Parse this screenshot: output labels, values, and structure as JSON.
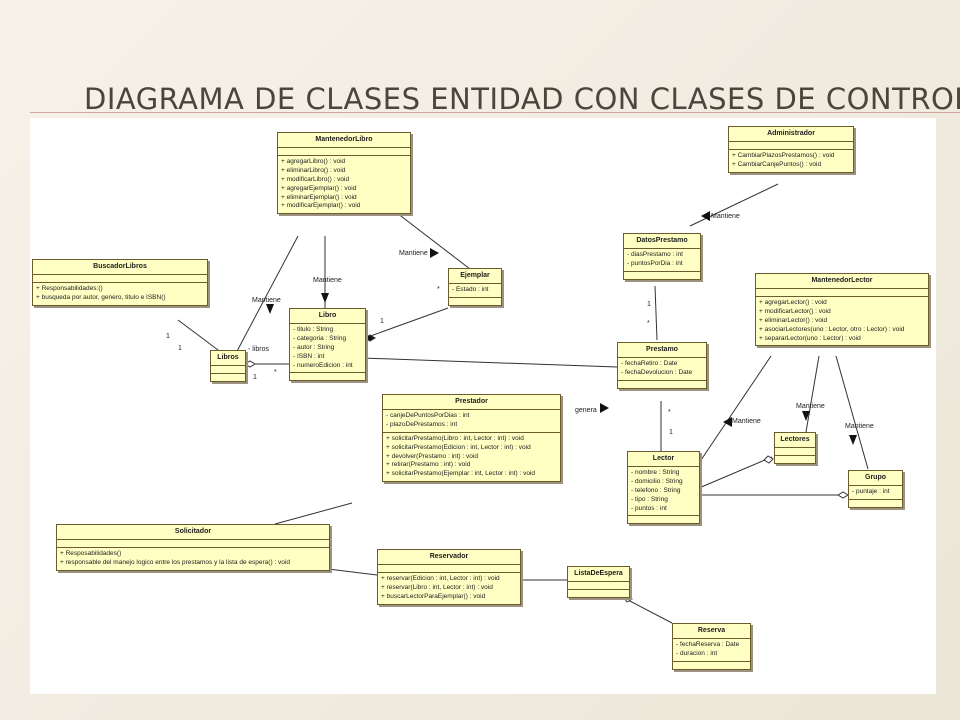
{
  "slide": {
    "title": "DIAGRAMA DE CLASES ENTIDAD CON CLASES DE CONTROL"
  },
  "classes": {
    "mantenedorLibro": {
      "name": "MantenedorLibro",
      "attributes": [],
      "operations": [
        "+ agregarLibro() : void",
        "+ eliminarLibro() : void",
        "+ modificarLibro() : void",
        "+ agregarEjemplar() : void",
        "+ eliminarEjemplar() : void",
        "+ modificarEjemplar() : void"
      ]
    },
    "administrador": {
      "name": "Administrador",
      "attributes": [],
      "operations": [
        "+ CambiarPlazosPrestamos() : void",
        "+ CambiarCanjePuntos() : void"
      ]
    },
    "buscadorLibros": {
      "name": "BuscadorLibros",
      "attributes": [],
      "operations": [
        "+ Responsabilidades:()",
        "+ busqueda por autor, genero, titulo e ISBN()"
      ]
    },
    "ejemplar": {
      "name": "Ejemplar",
      "attributes": [
        "- Estado : int"
      ],
      "operations": []
    },
    "datosPrestamo": {
      "name": "DatosPrestamo",
      "attributes": [
        "- diasPrestamo : int",
        "- puntosPorDia : int"
      ],
      "operations": []
    },
    "libro": {
      "name": "Libro",
      "attributes": [
        "- titulo : String",
        "- categoria : String",
        "- autor : String",
        "- ISBN : int",
        "- numeroEdicion : int"
      ],
      "operations": []
    },
    "libros": {
      "name": "Libros",
      "attributes": [],
      "operations": []
    },
    "prestamo": {
      "name": "Prestamo",
      "attributes": [
        "- fechaRetiro : Date",
        "- fechaDevolucion : Date"
      ],
      "operations": []
    },
    "mantenedorLector": {
      "name": "MantenedorLector",
      "attributes": [],
      "operations": [
        "+ agregarLector() : void",
        "+ modificarLector() : void",
        "+ eliminarLector() : void",
        "+ asociarLectores(uno : Lector, otro : Lector) : void",
        "+ separarLector(uno : Lector) : void"
      ]
    },
    "prestador": {
      "name": "Prestador",
      "attributes": [
        "- canjeDePuntosPorDias : int",
        "- plazoDePrestamos : int"
      ],
      "operations": [
        "+ solicitarPrestamo(Libro : int, Lector : int) : void",
        "+ solicitarPrestamo(Edicion : int, Lector : int) : void",
        "+ devolver(Prestamo : int) : void",
        "+ retirar(Prestamo : int) : void",
        "+ solicitarPrestamo(Ejemplar : int, Lector : int) : void"
      ]
    },
    "lectores": {
      "name": "Lectores",
      "attributes": [],
      "operations": []
    },
    "lector": {
      "name": "Lector",
      "attributes": [
        "- nombre : String",
        "- domicilio : String",
        "- telefono : String",
        "- tipo : String",
        "- puntos : int"
      ],
      "operations": []
    },
    "grupo": {
      "name": "Grupo",
      "attributes": [
        "- puntaje : int"
      ],
      "operations": []
    },
    "solicitador": {
      "name": "Solicitador",
      "attributes": [],
      "operations": [
        "+ Resposabilidades()",
        "+ responsable del manejo logico entre los prestamos y la lista de espera() : void"
      ]
    },
    "reservador": {
      "name": "Reservador",
      "attributes": [],
      "operations": [
        "+ reservar(Edicion : int, Lector : int) : void",
        "+ reservar(Libro : int, Lector : int) : void",
        "+ buscarLectorParaEjemplar() : void"
      ]
    },
    "listaDeEspera": {
      "name": "ListaDeEspera",
      "attributes": [],
      "operations": []
    },
    "reserva": {
      "name": "Reserva",
      "attributes": [
        "- fechaReserva : Date",
        "- duracion : int"
      ],
      "operations": []
    }
  },
  "edge_labels": {
    "mantiene_libro": "Mantiene",
    "mantiene_ejemplar": "Mantiene",
    "mantiene_libros": "Mantiene",
    "mantiene_datos": "Mantiene",
    "mantiene_lector": "Mantiene",
    "mantiene_lectores": "Mantiene",
    "mantiene_grupo": "Mantiene",
    "genera": "genera",
    "libros_role": "- libros",
    "m_busc_1": "1",
    "m_libros_1": "1",
    "m_libros_lower": "1",
    "m_libro_star": "*",
    "m_ejemplar_star": "*",
    "m_libro_1": "1",
    "m_datos_1": "1",
    "m_prestamo_star": "*",
    "m_prestamo_star2": "*",
    "m_lector_1": "1"
  },
  "colors": {
    "class_fill": "#ffffc4",
    "class_border": "#6b5b2e",
    "line": "#333333"
  }
}
